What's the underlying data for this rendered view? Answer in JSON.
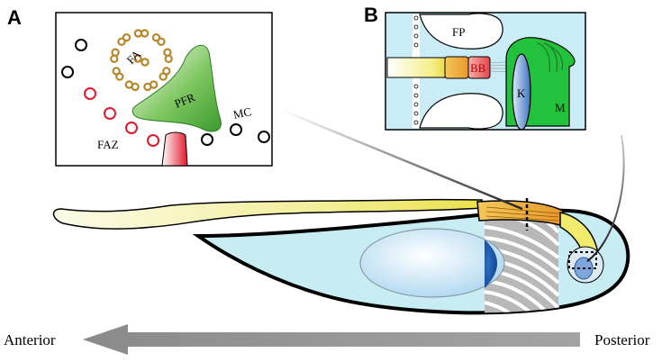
{
  "panels": {
    "a": "A",
    "b": "B"
  },
  "inset_a": {
    "fa": "FA",
    "pfr": "PFR",
    "mc": "MC",
    "faz": "FAZ"
  },
  "inset_b": {
    "fp": "FP",
    "bb": "BB",
    "k": "K",
    "m": "M"
  },
  "axis": {
    "anterior": "Anterior",
    "posterior": "Posterior"
  },
  "colors": {
    "cell_body": "#c8ecf4",
    "flagellum": "#f2ea6a",
    "nucleus": "#b9dff3",
    "pfr": "#4fae3c",
    "faz": "#e5172b",
    "mitochondrion": "#22c23c",
    "kinetoplast": "#4c82c9",
    "basal_body": "#e2474c",
    "arrow": "#8c8c8c"
  }
}
